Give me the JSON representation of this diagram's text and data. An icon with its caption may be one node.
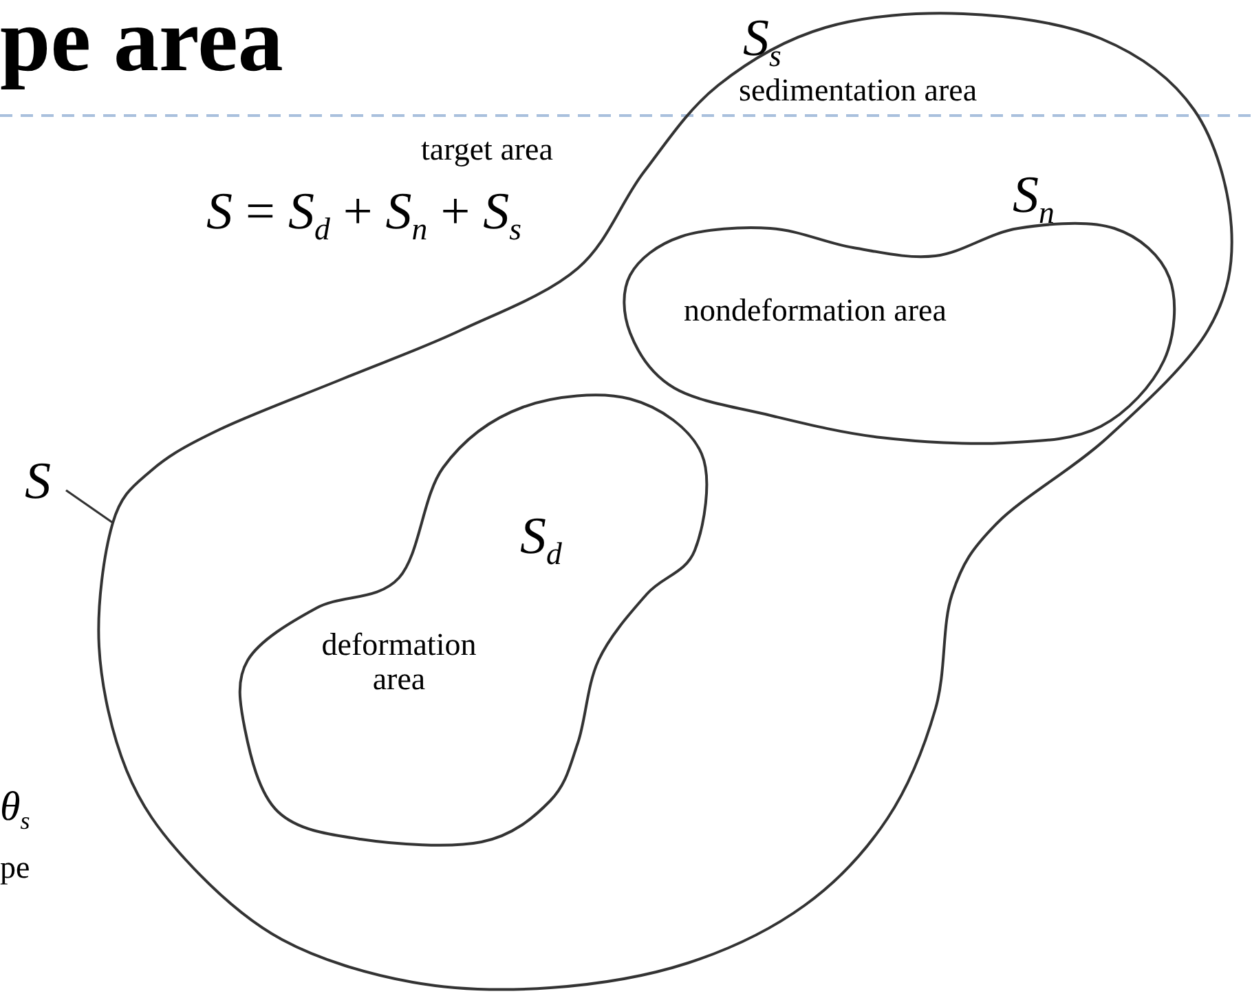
{
  "diagram": {
    "title": "pe area",
    "nodes": [
      {
        "text": [
          "*S*$_{s}$",
          "sedimentation area"
        ]
      },
      {
        "text": [
          "*S*$_{n}$",
          "nondeformation area"
        ],
        "in": 0
      },
      {
        "text": [
          "*S*$_{d}$",
          "deformation area"
        ],
        "in": 0
      },
      {
        "text": [
          "*S*"
        ]
      }
    ],
    "edges": [
      {
        "from": 3,
        "to": 0,
        "arrow": "none"
      }
    ],
    "labels": [
      "target area",
      "*S* = *S*$_{d}$ + *S*$_{n}$ + *S*$_{s}$",
      "*θ*$_{s}$",
      "pe"
    ]
  }
}
